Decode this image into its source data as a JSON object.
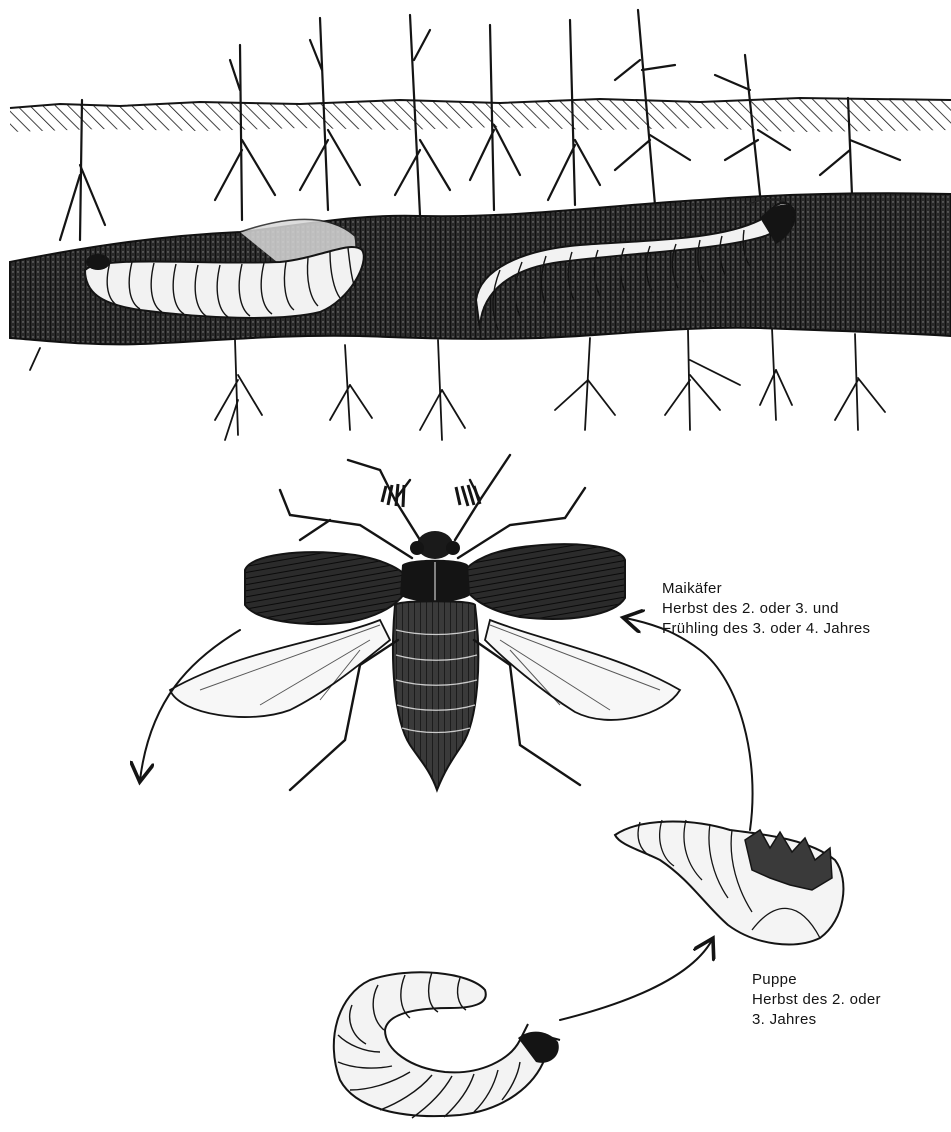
{
  "figure": {
    "labels": {
      "beetle": {
        "name": "Maikäfer",
        "line1": "Herbst des 2. oder 3. und",
        "line2": "Frühling des 3. oder 4. Jahres"
      },
      "pupa": {
        "name": "Puppe",
        "line1": "Herbst des 2. oder",
        "line2": "3. Jahres"
      }
    },
    "colors": {
      "ink": "#141414",
      "soil_dark": "#1c1c1c",
      "larva_fill": "#f4f4f4",
      "background": "#ffffff"
    },
    "icons": [
      "cockchafer-beetle",
      "pupa",
      "grub-larva",
      "cycle-arrow"
    ]
  }
}
